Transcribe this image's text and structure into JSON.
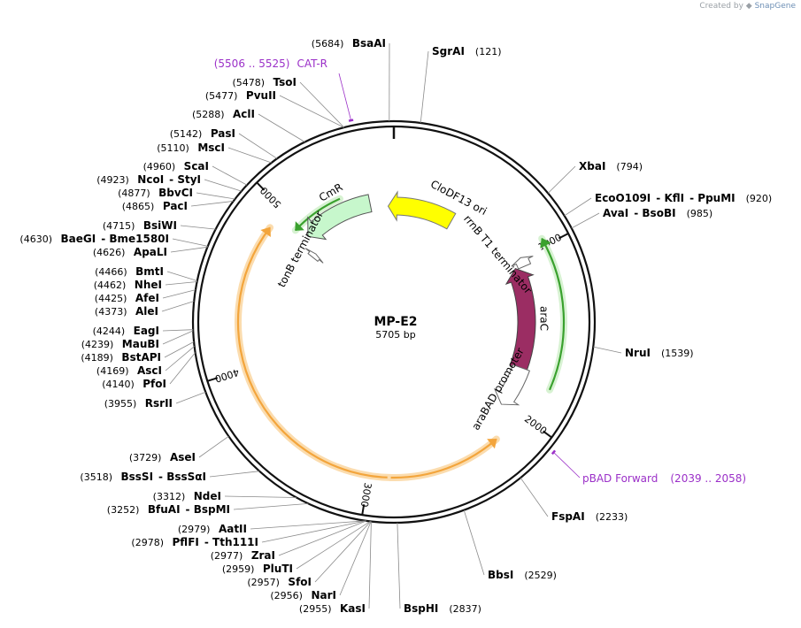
{
  "credit": {
    "prefix": "Created by",
    "brand": "SnapGene"
  },
  "plasmid": {
    "name": "MP-E2",
    "size_label": "5705 bp",
    "length": 5705
  },
  "colors": {
    "backbone": "#111111",
    "leader": "#8a8a8a",
    "primer": "#9b30c8",
    "cds_orange": "#f3a53c",
    "cds_orange_glow": "#fbdcae",
    "ori_yellow": "#ffff00",
    "araC": "#9b2d63",
    "araC_green": "#3aa12e",
    "cmr": "#c7f7cc",
    "cmr_green": "#3aa12e",
    "terminator": "#ffffff"
  },
  "ticks": [
    {
      "label": "1000"
    },
    {
      "label": "2000"
    },
    {
      "label": "3000"
    },
    {
      "label": "4000"
    },
    {
      "label": "5000"
    }
  ],
  "right_sites": [
    {
      "name": "SgrAI",
      "pos": "(121)"
    },
    {
      "name": "XbaI",
      "pos": "(794)"
    },
    {
      "name": "EcoO109I",
      "extra": [
        "KflI",
        "PpuMI"
      ],
      "pos": "(920)"
    },
    {
      "name": "AvaI",
      "extra": [
        "BsoBI"
      ],
      "pos": "(985)"
    },
    {
      "name": "NruI",
      "pos": "(1539)"
    },
    {
      "name": "FspAI",
      "pos": "(2233)"
    },
    {
      "name": "BbsI",
      "pos": "(2529)"
    },
    {
      "name": "BspHI",
      "pos": "(2837)"
    }
  ],
  "left_sites": [
    {
      "name": "BsaAI",
      "pos": "(5684)"
    },
    {
      "name": "TsoI",
      "pos": "(5478)"
    },
    {
      "name": "PvuII",
      "pos": "(5477)"
    },
    {
      "name": "AclI",
      "pos": "(5288)"
    },
    {
      "name": "PasI",
      "pos": "(5142)"
    },
    {
      "name": "MscI",
      "pos": "(5110)"
    },
    {
      "name": "ScaI",
      "pos": "(4960)"
    },
    {
      "name": "NcoI",
      "extra": [
        "StyI"
      ],
      "pos": "(4923)"
    },
    {
      "name": "BbvCI",
      "pos": "(4877)"
    },
    {
      "name": "PacI",
      "pos": "(4865)"
    },
    {
      "name": "BsiWI",
      "pos": "(4715)"
    },
    {
      "name": "BaeGI",
      "extra": [
        "Bme1580I"
      ],
      "pos": "(4630)"
    },
    {
      "name": "ApaLI",
      "pos": "(4626)"
    },
    {
      "name": "BmtI",
      "pos": "(4466)"
    },
    {
      "name": "NheI",
      "pos": "(4462)"
    },
    {
      "name": "AfeI",
      "pos": "(4425)"
    },
    {
      "name": "AleI",
      "pos": "(4373)"
    },
    {
      "name": "EagI",
      "pos": "(4244)"
    },
    {
      "name": "MauBI",
      "pos": "(4239)"
    },
    {
      "name": "BstAPI",
      "pos": "(4189)"
    },
    {
      "name": "AscI",
      "pos": "(4169)"
    },
    {
      "name": "PfoI",
      "pos": "(4140)"
    },
    {
      "name": "RsrII",
      "pos": "(3955)"
    },
    {
      "name": "AseI",
      "pos": "(3729)"
    },
    {
      "name": "BssSI",
      "extra": [
        "BssSαI"
      ],
      "pos": "(3518)"
    },
    {
      "name": "NdeI",
      "pos": "(3312)"
    },
    {
      "name": "BfuAI",
      "extra": [
        "BspMI"
      ],
      "pos": "(3252)"
    },
    {
      "name": "AatII",
      "pos": "(2979)"
    },
    {
      "name": "PflFI",
      "extra": [
        "Tth111I"
      ],
      "pos": "(2978)"
    },
    {
      "name": "ZraI",
      "pos": "(2977)"
    },
    {
      "name": "PluTI",
      "pos": "(2959)"
    },
    {
      "name": "SfoI",
      "pos": "(2957)"
    },
    {
      "name": "NarI",
      "pos": "(2956)"
    },
    {
      "name": "KasI",
      "pos": "(2955)"
    }
  ],
  "primers": [
    {
      "name": "CAT-R",
      "range": "(5506 .. 5525)"
    },
    {
      "name": "pBAD Forward",
      "range": "(2039 .. 2058)"
    }
  ],
  "features": [
    {
      "name": "CloDF13 ori",
      "type": "rep_origin"
    },
    {
      "name": "CmR",
      "type": "cds"
    },
    {
      "name": "araC",
      "type": "cds"
    },
    {
      "name": "rrnB T1 terminator",
      "type": "terminator"
    },
    {
      "name": "tonB terminator",
      "type": "terminator"
    },
    {
      "name": "araBAD promoter",
      "type": "promoter"
    }
  ]
}
